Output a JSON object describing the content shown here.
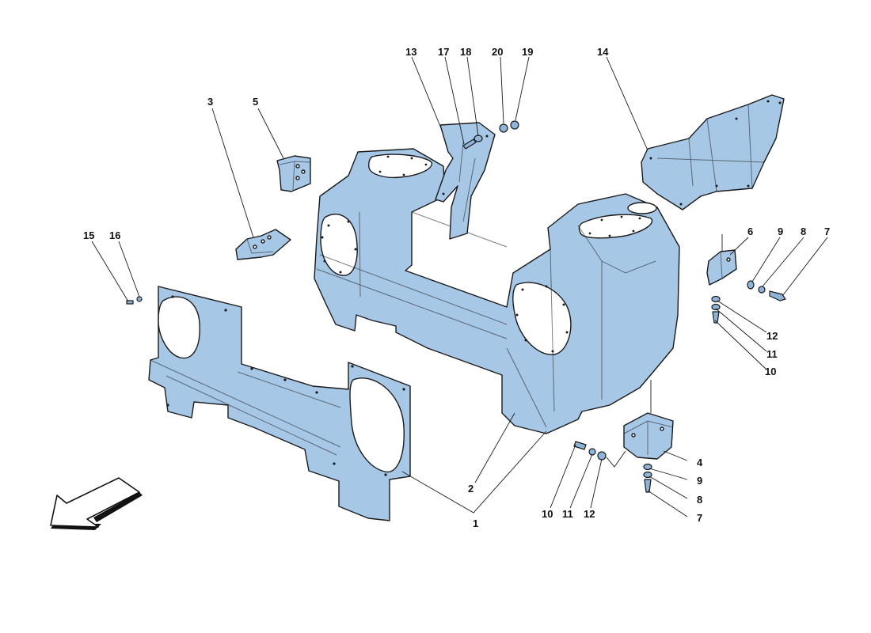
{
  "callouts": {
    "c13": "13",
    "c17": "17",
    "c18": "18",
    "c20": "20",
    "c19": "19",
    "c14": "14",
    "c3": "3",
    "c5": "5",
    "c15": "15",
    "c16": "16",
    "c6": "6",
    "c9a": "9",
    "c8a": "8",
    "c7a": "7",
    "c12a": "12",
    "c11a": "11",
    "c10a": "10",
    "c4": "4",
    "c9b": "9",
    "c8b": "8",
    "c7b": "7",
    "c10b": "10",
    "c11b": "11",
    "c12b": "12",
    "c2": "2",
    "c1": "1"
  },
  "colors": {
    "part_fill": "#a7c7e7",
    "outline": "#1a1a1a"
  },
  "icons": {
    "direction": "direction-arrow-icon"
  }
}
